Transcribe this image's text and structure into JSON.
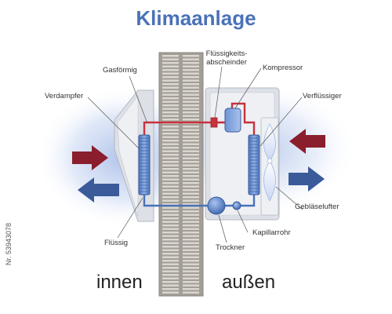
{
  "title": "Klimaanlage",
  "labels": {
    "gasfoermig": "Gasförmig",
    "verdampfer": "Verdampfer",
    "fluessig": "Flüssig",
    "separator_line1": "Flüssigkeits-",
    "separator_line2": "abscheinder",
    "kompressor": "Kompressor",
    "verfluessiger": "Verflüssiger",
    "geblaeselufter": "Gebläselufter",
    "kapillarrohr": "Kapillarrohr",
    "trockner": "Trockner"
  },
  "sides": {
    "inside": "innen",
    "outside": "außen"
  },
  "credit": "Nr. 53943078",
  "colors": {
    "title": "#4a72b8",
    "hot_pipe": "#c8323c",
    "cold_pipe": "#4a72b8",
    "arrow_red": "#8b1e2c",
    "arrow_blue": "#3a5a9a",
    "wall": "#a39e97",
    "unit_body": "#dde0e6"
  }
}
